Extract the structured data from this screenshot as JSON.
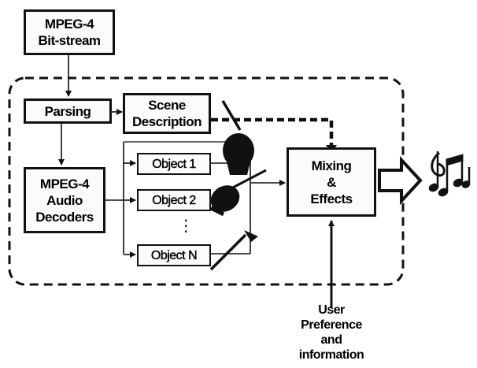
{
  "nodes": {
    "bitstream": {
      "lines": [
        "MPEG-4",
        "Bit-stream"
      ]
    },
    "parsing": {
      "lines": [
        "Parsing"
      ]
    },
    "scene": {
      "lines": [
        "Scene",
        "Description"
      ]
    },
    "decoders": {
      "lines": [
        "MPEG-4",
        "Audio",
        "Decoders"
      ]
    },
    "object1": {
      "lines": [
        "Object 1"
      ]
    },
    "object2": {
      "lines": [
        "Object 2"
      ]
    },
    "dots": {
      "lines": [
        "⋮"
      ]
    },
    "objectN": {
      "lines": [
        "Object N"
      ]
    },
    "mixing": {
      "lines": [
        "Mixing",
        "&",
        "Effects"
      ]
    }
  },
  "user_input": {
    "lines": [
      "User",
      "Preference",
      "and",
      "information"
    ]
  },
  "icons": {
    "instruments": "drum-violin-trumpet-icon",
    "output_arrow": "hollow-right-arrow-icon",
    "music": "music-notes-icon"
  }
}
